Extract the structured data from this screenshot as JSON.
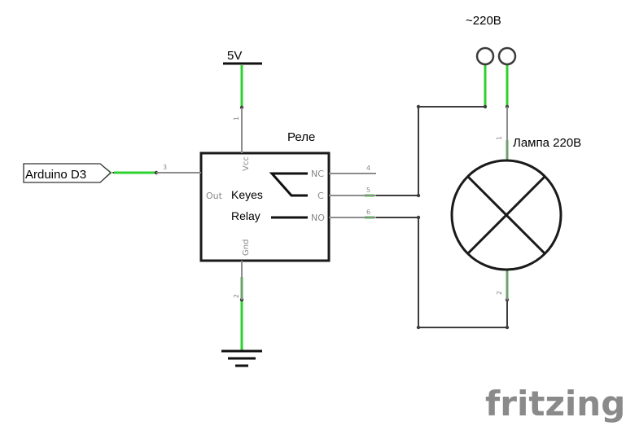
{
  "supply": {
    "label": "~220В"
  },
  "power": {
    "label": "5V"
  },
  "relay": {
    "title": "Реле",
    "name_line1": "Keyes",
    "name_line2": "Relay",
    "pins": {
      "vcc": "Vcc",
      "out": "Out",
      "gnd": "Gnd",
      "nc": "NC",
      "c": "C",
      "no": "NO"
    },
    "pin_numbers": {
      "vcc": "1",
      "out": "3",
      "gnd": "2",
      "nc": "4",
      "c": "5",
      "no": "6"
    }
  },
  "input": {
    "label": "Arduino D3"
  },
  "lamp": {
    "label": "Лампа 220В",
    "pin_top": "1",
    "pin_bottom": "2"
  },
  "watermark": "fritzing",
  "colors": {
    "wire": "#3c3c3c",
    "lead": "#8c8c8c",
    "connector": "#2fd12f",
    "watermark": "#8a8a8a"
  }
}
